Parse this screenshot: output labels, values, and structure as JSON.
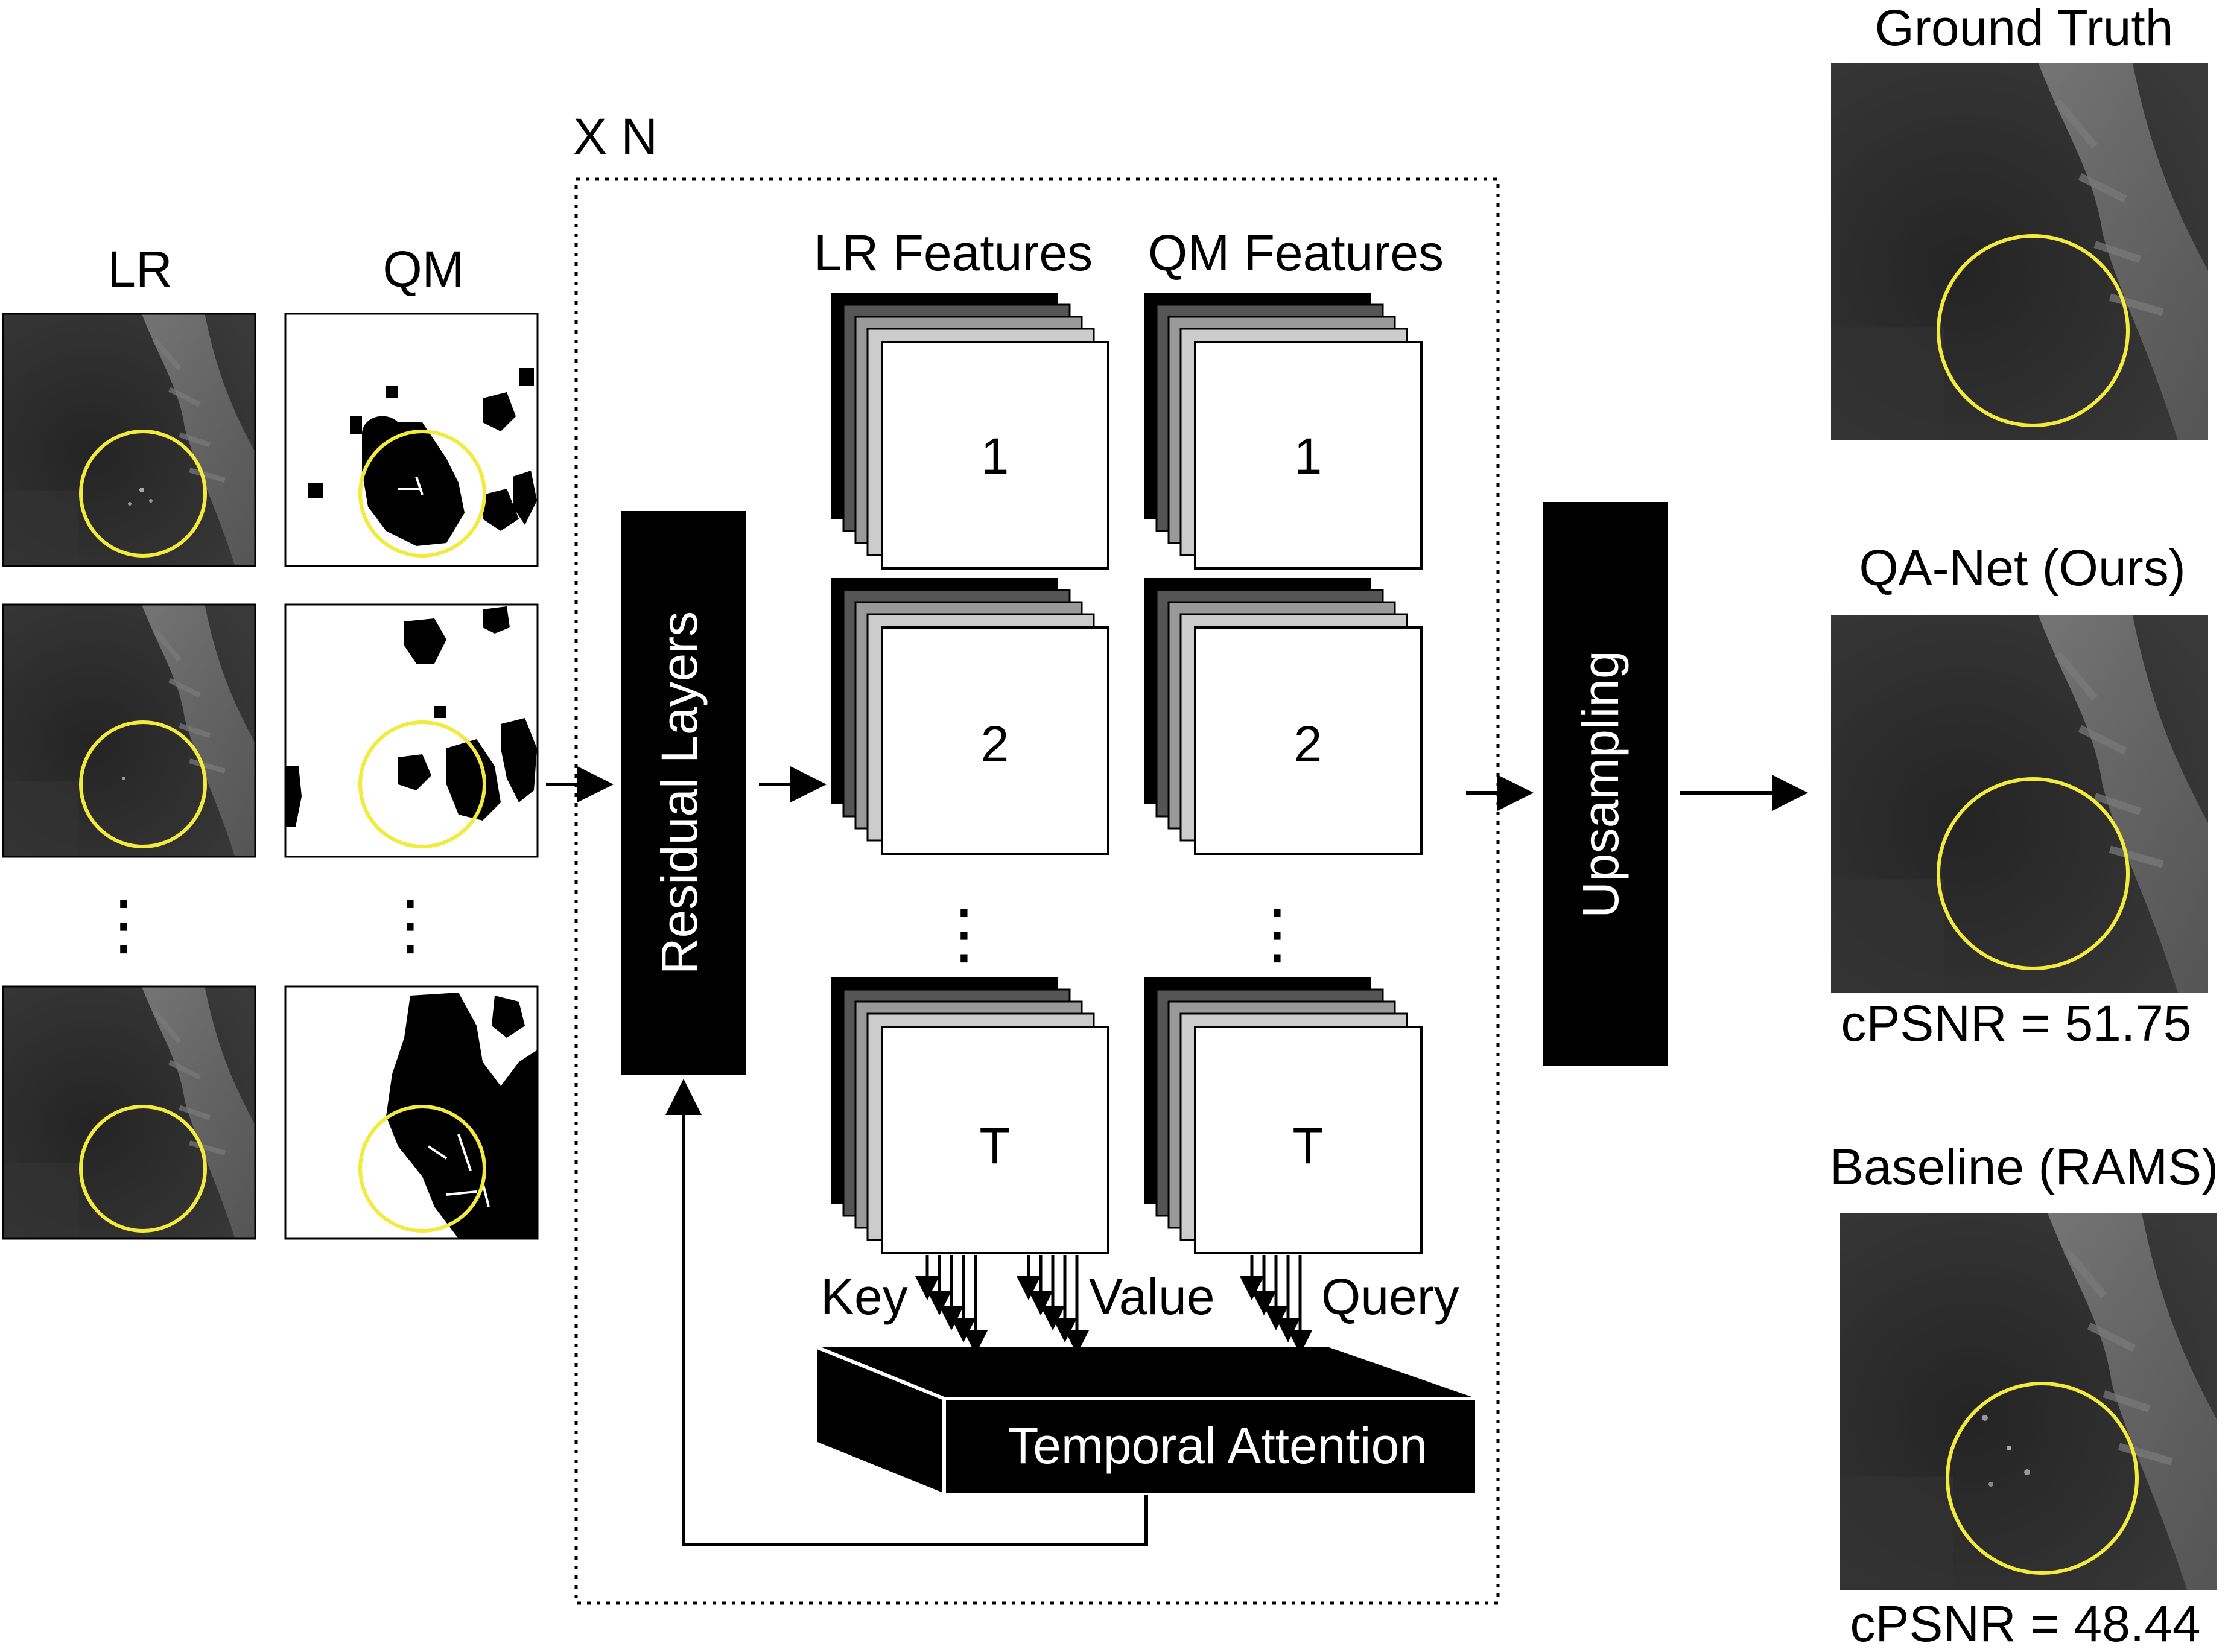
{
  "labels": {
    "lr": "LR",
    "qm": "QM",
    "repeat": "X N",
    "lr_features": "LR Features",
    "qm_features": "QM Features",
    "residual_layers": "Residual Layers",
    "upsampling": "Upsampling",
    "key": "Key",
    "value": "Value",
    "query": "Query",
    "temporal_attention": "Temporal Attention",
    "ground_truth": "Ground Truth",
    "qanet": "QA-Net (Ours)",
    "baseline": "Baseline (RAMS)",
    "cpsnr_qanet": "cPSNR = 51.75",
    "cpsnr_baseline": "cPSNR = 48.44"
  },
  "features": {
    "frame_1": "1",
    "frame_2": "2",
    "frame_t": "T",
    "ellipsis": "⋮"
  },
  "colors": {
    "highlight_circle": "#f2ea3c",
    "image_dark": "#2b2b2b",
    "block": "#000000"
  }
}
